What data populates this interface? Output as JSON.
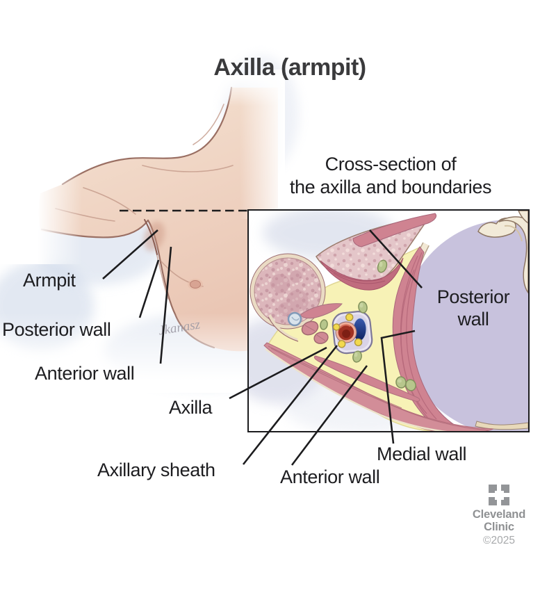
{
  "title": "Axilla (armpit)",
  "inset": {
    "caption_line1": "Cross-section of",
    "caption_line2": "the axilla and boundaries",
    "internal_label": "Posterior wall"
  },
  "labels": {
    "armpit": "Armpit",
    "posterior_wall": "Posterior wall",
    "anterior_wall": "Anterior wall",
    "axilla": "Axilla",
    "axillary_sheath": "Axillary sheath",
    "anterior_wall_inset": "Anterior wall",
    "medial_wall": "Medial wall"
  },
  "illustration": {
    "signature": "Jkanasz"
  },
  "branding": {
    "org_line1": "Cleveland",
    "org_line2": "Clinic",
    "copyright": "©2025"
  },
  "colors": {
    "skin": "#eccab8",
    "skin_outline": "#9a6f63",
    "shadow_blue": "#ccd7e8",
    "fat": "#f7f2b6",
    "muscle": "#cf8391",
    "muscle_dark": "#b5687a",
    "bone": "#f2e8d4",
    "bone_edge": "#b6a48c",
    "thorax": "#c8c2dd",
    "artery": "#a03122",
    "vein_dark": "#0c1f5e",
    "vein_light": "#3b5cb0",
    "nerve": "#f2d94e",
    "lymph_node": "#b7c68c",
    "sheath": "#e9e5f2",
    "label_text": "#1d1d20",
    "leader_line": "#1c1c1e",
    "brand_gray": "#939598"
  }
}
